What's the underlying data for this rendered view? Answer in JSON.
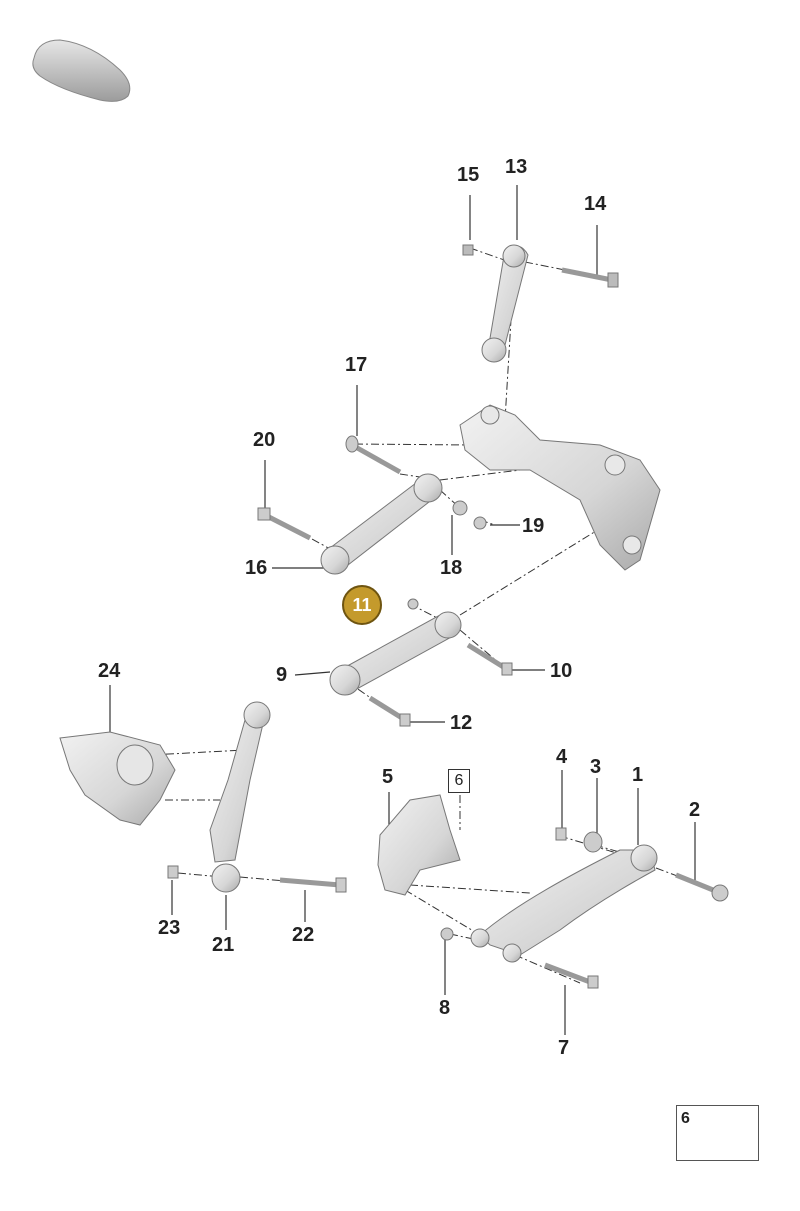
{
  "diagram": {
    "highlight_color": "#c49a2c",
    "part_labels": [
      "15",
      "13",
      "14",
      "17",
      "20",
      "16",
      "18",
      "19",
      "9",
      "10",
      "12",
      "24",
      "5",
      "6",
      "4",
      "3",
      "1",
      "2",
      "23",
      "21",
      "22",
      "8",
      "7"
    ],
    "selected_label": "11",
    "boxed_label": "6",
    "inset": {
      "label": "6"
    }
  }
}
